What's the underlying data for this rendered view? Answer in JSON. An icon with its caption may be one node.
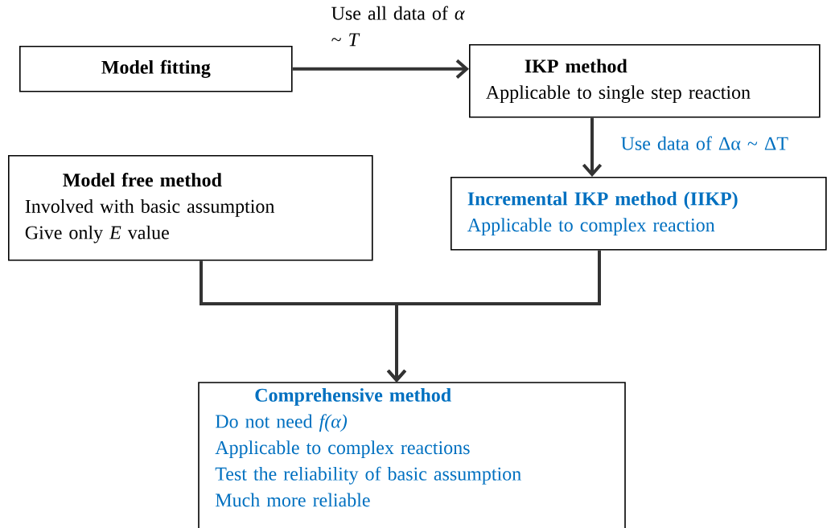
{
  "diagram": {
    "nodes": [
      {
        "text": [
          "Model fitting"
        ]
      },
      {
        "text": [
          "IKP method",
          "Applicable to single step reaction"
        ]
      },
      {
        "text": [
          "Model free method",
          "Involved with basic assumption",
          "Give only *E* value"
        ]
      },
      {
        "text": [
          "Incremental IKP method (IIKP)",
          "Applicable to complex reaction"
        ]
      },
      {
        "text": [
          "Comprehensive method",
          "Do not need *f(α)*",
          "Applicable to complex reactions",
          "Test the reliability of basic assumption",
          "Much more reliable"
        ]
      }
    ],
    "edges": [
      {
        "from": 0,
        "to": 1,
        "arrow": "to",
        "label": "Use all data of *α* ~ *T*"
      },
      {
        "from": 1,
        "to": 3,
        "arrow": "to",
        "label": "Use data of Δα ~ ΔT"
      },
      {
        "from": 2,
        "to": 4,
        "arrow": "to"
      },
      {
        "from": 3,
        "to": 4,
        "arrow": "to"
      }
    ]
  }
}
